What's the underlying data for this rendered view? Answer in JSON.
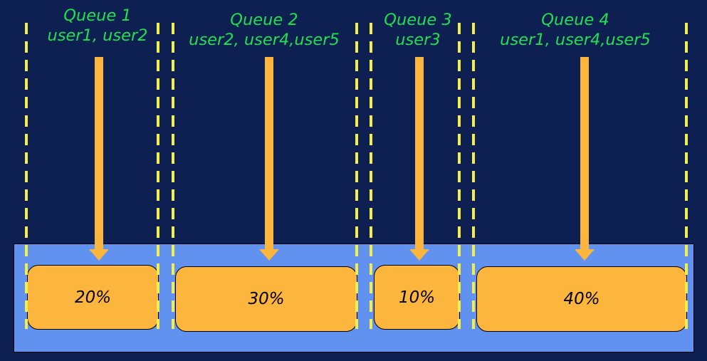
{
  "colors": {
    "background": "#0e1f52",
    "pool": "#6192f0",
    "slot_fill": "#fdb63d",
    "arrow": "#fdb63d",
    "divider": "#f4ee4a",
    "label_text": "#20e04f"
  },
  "queues": [
    {
      "name": "Queue 1",
      "users": "user1, user2",
      "share": "20%"
    },
    {
      "name": "Queue 2",
      "users": "user2, user4,user5",
      "share": "30%"
    },
    {
      "name": "Queue 3",
      "users": "user3",
      "share": "10%"
    },
    {
      "name": "Queue 4",
      "users": "user1, user4,user5",
      "share": "40%"
    }
  ]
}
